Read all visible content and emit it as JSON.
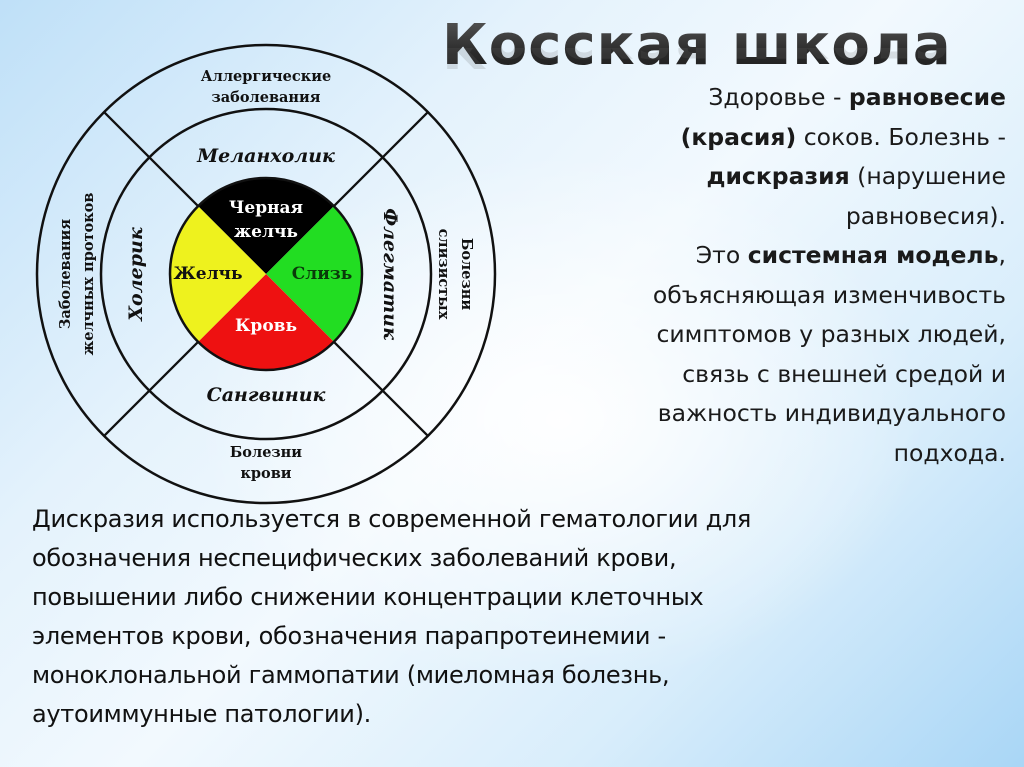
{
  "slide": {
    "title": "Косская школа",
    "diagram": {
      "center_segments": [
        {
          "position": "top",
          "label_line1": "Черная",
          "label_line2": "желчь",
          "color": "#000000",
          "text_color": "#ffffff"
        },
        {
          "position": "left",
          "label_line1": "Желчь",
          "color": "#f0f01e",
          "text_color": "#111111"
        },
        {
          "position": "right",
          "label_line1": "Слизь",
          "color": "#22dd22",
          "text_color": "#0a3a0a"
        },
        {
          "position": "bottom",
          "label_line1": "Кровь",
          "color": "#ee1111",
          "text_color": "#ffffff"
        }
      ],
      "temperaments": {
        "top": "Меланхолик",
        "left": "Холерик",
        "right": "Флегматик",
        "bottom": "Сангвиник"
      },
      "diseases": {
        "top_line1": "Аллергические",
        "top_line2": "заболевания",
        "left_line1": "Заболевания",
        "left_line2": "желчных протоков",
        "right_line1": "Болезни",
        "right_line2": "слизистых",
        "bottom_line1": "Болезни",
        "bottom_line2": "крови"
      }
    },
    "right_paragraph": {
      "l1_a": "Здоровье - ",
      "l1_b": "равновесие",
      "l2_a": "(красия)",
      "l2_b": " соков. Болезнь -",
      "l3_a": "дискразия",
      "l3_b": " (нарушение",
      "l4": "равновесия).",
      "l5_a": "Это ",
      "l5_b": "системная модель",
      "l5_c": ",",
      "l6": "объясняющая изменчивость",
      "l7": "симптомов у разных людей,",
      "l8": "связь с внешней средой и",
      "l9": "важность индивидуального",
      "l10": "подхода."
    },
    "bottom_paragraph": {
      "lines": [
        "Дискразия  используется в современной гематологии для",
        "обозначения неспецифических заболеваний крови,",
        "повышении либо снижении концентрации клеточных",
        "элементов крови, обозначения парапротеинемии -",
        "моноклональной гаммопатии (миеломная болезнь,",
        "аутоиммунные патологии)."
      ]
    }
  }
}
